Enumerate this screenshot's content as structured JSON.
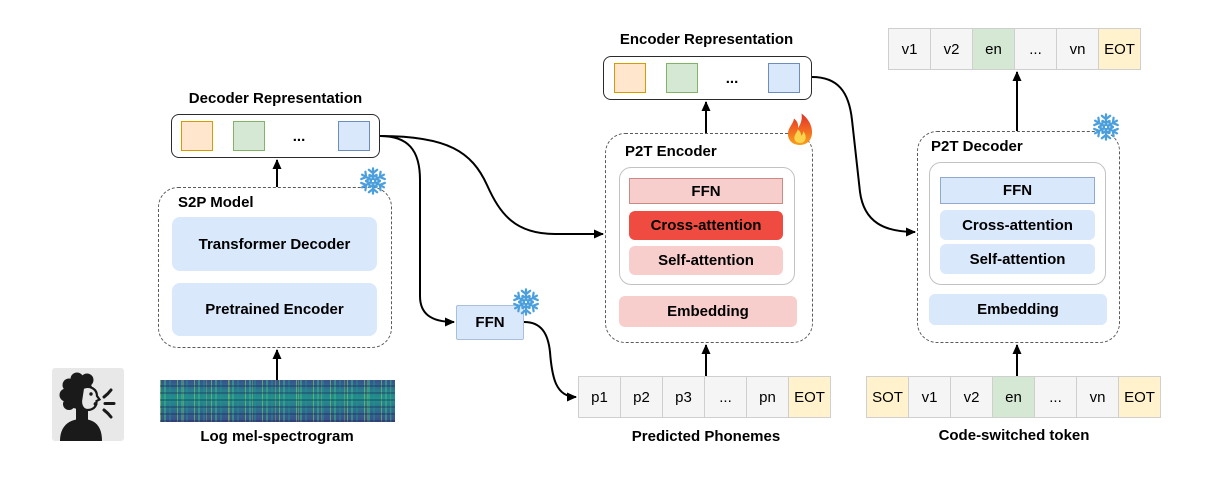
{
  "input": {
    "speaker_icon": "speaking-person-icon",
    "spectrogram_label": "Log mel-spectrogram"
  },
  "s2p_model": {
    "title": "S2P Model",
    "state_icon": "snowflake-icon",
    "transformer_decoder": "Transformer Decoder",
    "pretrained_encoder": "Pretrained Encoder"
  },
  "decoder_representation": {
    "label": "Decoder Representation",
    "ellipsis": "..."
  },
  "phoneme_head": {
    "label": "FFN",
    "state_icon": "snowflake-icon"
  },
  "predicted_phonemes": {
    "label": "Predicted Phonemes",
    "tokens": [
      "p1",
      "p2",
      "p3",
      "...",
      "pn",
      "EOT"
    ]
  },
  "p2t_encoder": {
    "title": "P2T Encoder",
    "state_icon": "fire-icon",
    "ffn": "FFN",
    "cross_attention": "Cross-attention",
    "self_attention": "Self-attention",
    "embedding": "Embedding"
  },
  "encoder_representation": {
    "label": "Encoder Representation",
    "ellipsis": "..."
  },
  "p2t_decoder": {
    "title": "P2T Decoder",
    "state_icon": "snowflake-icon",
    "ffn": "FFN",
    "cross_attention": "Cross-attention",
    "self_attention": "Self-attention",
    "embedding": "Embedding"
  },
  "output_tokens": {
    "tokens": [
      "v1",
      "v2",
      "en",
      "...",
      "vn",
      "EOT"
    ]
  },
  "code_switched_tokens": {
    "label": "Code-switched token",
    "tokens": [
      "SOT",
      "v1",
      "v2",
      "en",
      "...",
      "vn",
      "EOT"
    ]
  },
  "colors": {
    "light_blue": "#dae8fc",
    "light_pink": "#f8cecc",
    "red": "#f04b40",
    "yellow": "#fff2cc",
    "green": "#d5e8d4",
    "orange": "#ffe6cc",
    "token_gray": "#f5f5f5",
    "snowflake": "#4a9fdc",
    "fire": "#f0642a"
  }
}
